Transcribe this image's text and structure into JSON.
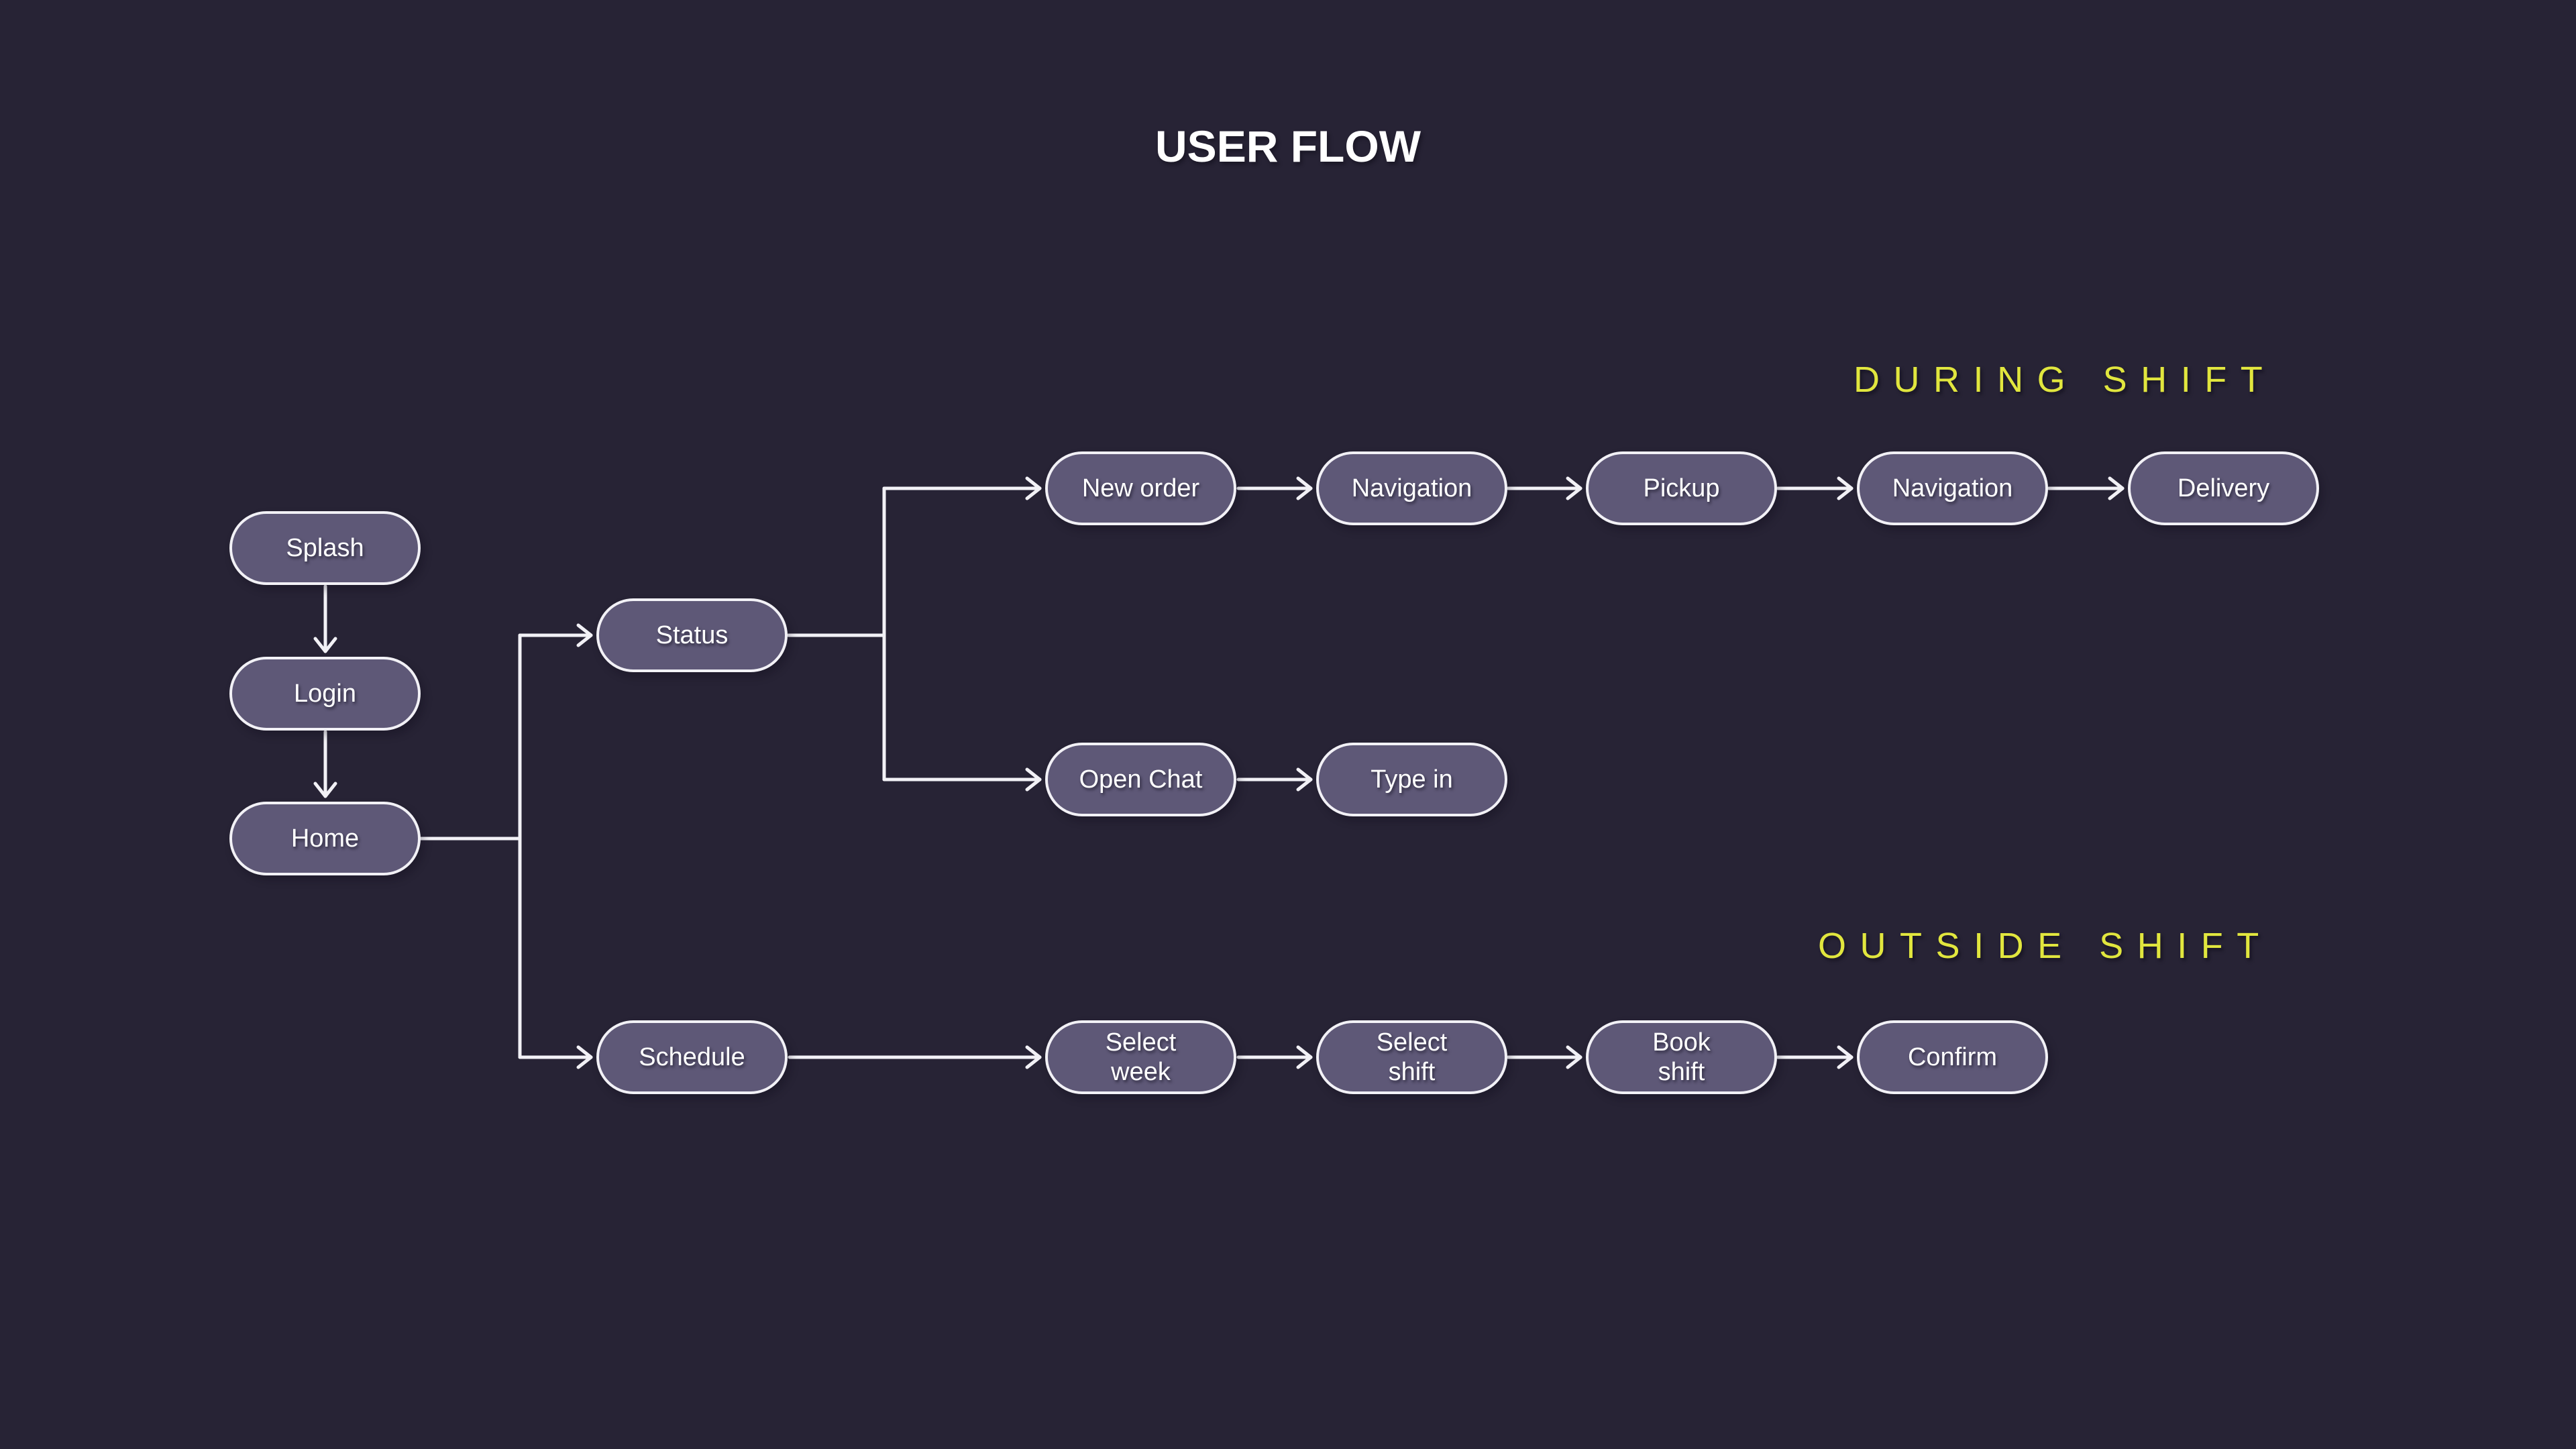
{
  "title": "USER FLOW",
  "section_labels": {
    "during_shift": "DURING SHIFT",
    "outside_shift": "OUTSIDE SHIFT"
  },
  "colors": {
    "background": "#272335",
    "node_fill": "#5e5877",
    "node_border": "#f2f1f6",
    "connector": "#f2f1f6",
    "accent_yellow": "#e1e63e",
    "text": "#ffffff"
  },
  "nodes": {
    "splash": {
      "label": "Splash"
    },
    "login": {
      "label": "Login"
    },
    "home": {
      "label": "Home"
    },
    "status": {
      "label": "Status"
    },
    "schedule": {
      "label": "Schedule"
    },
    "new_order": {
      "label": "New order"
    },
    "navigation_1": {
      "label": "Navigation"
    },
    "pickup": {
      "label": "Pickup"
    },
    "navigation_2": {
      "label": "Navigation"
    },
    "delivery": {
      "label": "Delivery"
    },
    "open_chat": {
      "label": "Open Chat"
    },
    "type_in": {
      "label": "Type in"
    },
    "select_week": {
      "label": "Select\nweek"
    },
    "select_shift": {
      "label": "Select\nshift"
    },
    "book_shift": {
      "label": "Book\nshift"
    },
    "confirm": {
      "label": "Confirm"
    }
  },
  "edges": [
    [
      "splash",
      "login"
    ],
    [
      "login",
      "home"
    ],
    [
      "home",
      "status"
    ],
    [
      "home",
      "schedule"
    ],
    [
      "status",
      "new_order"
    ],
    [
      "status",
      "open_chat"
    ],
    [
      "new_order",
      "navigation_1"
    ],
    [
      "navigation_1",
      "pickup"
    ],
    [
      "pickup",
      "navigation_2"
    ],
    [
      "navigation_2",
      "delivery"
    ],
    [
      "open_chat",
      "type_in"
    ],
    [
      "schedule",
      "select_week"
    ],
    [
      "select_week",
      "select_shift"
    ],
    [
      "select_shift",
      "book_shift"
    ],
    [
      "book_shift",
      "confirm"
    ]
  ]
}
